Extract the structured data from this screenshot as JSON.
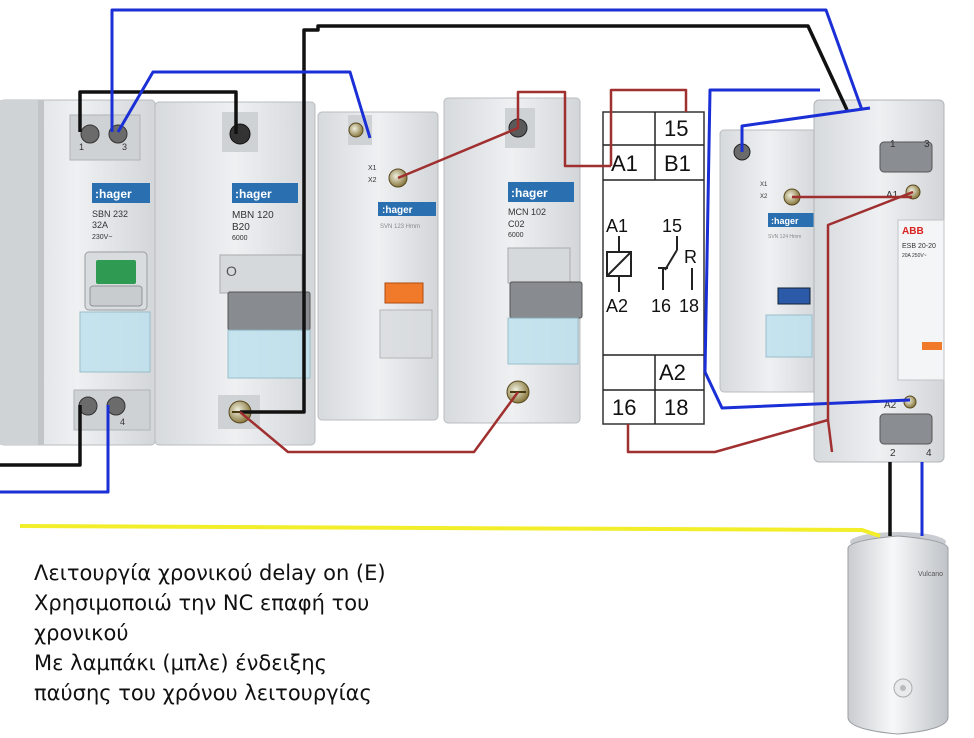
{
  "modules": {
    "sbn": {
      "brand": ":hager",
      "model": "SBN 232",
      "rating": "32A",
      "voltage": "230V~",
      "term_top_left": "1",
      "term_top_right": "3",
      "term_bot_right": "4"
    },
    "mbn": {
      "brand": ":hager",
      "model": "MBN 120",
      "rating": "B20",
      "code": "6000"
    },
    "svn1": {
      "brand": ":hager",
      "model": "SVN 123 Hmm",
      "t1": "X1",
      "t2": "X2"
    },
    "mcn": {
      "brand": ":hager",
      "model": "MCN 102",
      "rating": "C02",
      "code": "6000"
    },
    "svn2": {
      "brand": ":hager",
      "model": "SVN 124 Hmm",
      "t1": "X1",
      "t2": "X2"
    },
    "esb": {
      "brand": "ABB",
      "model": "ESB 20-20",
      "spec": "20A 250V~",
      "t1": "1",
      "t3": "3",
      "ta1": "A1",
      "ta2": "A2",
      "t2": "2",
      "t4": "4"
    }
  },
  "timer": {
    "t15": "15",
    "a1": "A1",
    "b1": "B1",
    "sym_a1": "A1",
    "sym_15": "15",
    "sym_r": "R",
    "sym_a2": "A2",
    "sym_16": "16",
    "sym_18": "18",
    "a2": "A2",
    "t16": "16",
    "t18": "18"
  },
  "heater": {
    "brand": "Vulcano"
  },
  "caption": {
    "line1": "Λειτουργία χρονικού delay on (E)",
    "line2": "Χρησιμοποιώ την NC επαφή του",
    "line3": "χρονικού",
    "line4": "Με λαμπάκι (μπλε) ένδειξης",
    "line5": "παύσης του χρόνου λειτουργίας"
  },
  "colors": {
    "wire_black": "#111111",
    "wire_blue": "#1a2fd6",
    "wire_red": "#a03030",
    "wire_yellow": "#f2ee2a",
    "hager_blue": "#2a6fb0",
    "module_grey": "#e4e6e8"
  }
}
